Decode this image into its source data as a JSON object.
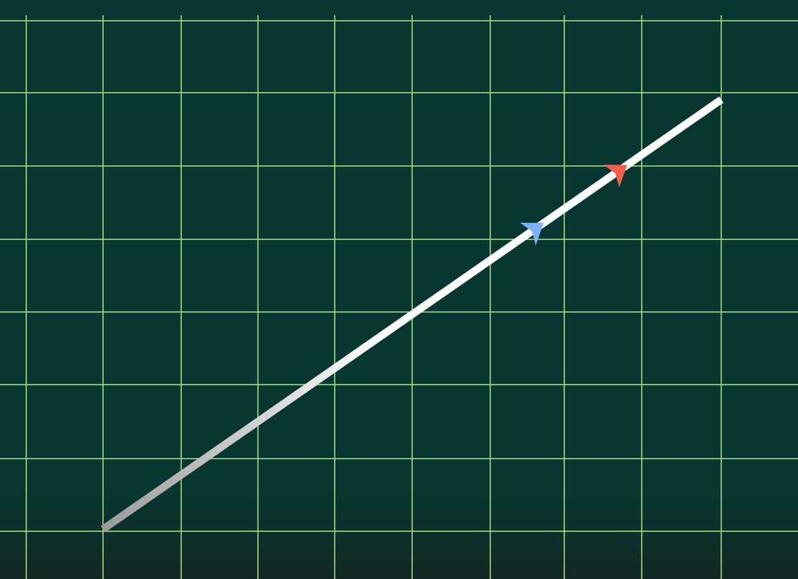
{
  "colors": {
    "background_top": "#083630",
    "background_bottom": "#132824",
    "grid_line": "#a3d67a",
    "line_start": "#9a9a9a",
    "line_end": "#ffffff",
    "marker_blue": "#7fb0ff",
    "marker_red": "#f26049"
  },
  "icons": {
    "blue_marker": "arrowhead-icon",
    "red_marker": "arrowhead-icon"
  },
  "diagram": {
    "grid": {
      "visible": true,
      "x_count": 10,
      "y_count": 8
    },
    "line": {
      "start": [
        1,
        7
      ],
      "end": [
        9,
        1
      ]
    },
    "markers": [
      {
        "name": "blue-arrowhead",
        "color_key": "marker_blue",
        "t": 0.7
      },
      {
        "name": "red-arrowhead",
        "color_key": "marker_red",
        "t": 0.835
      }
    ]
  }
}
